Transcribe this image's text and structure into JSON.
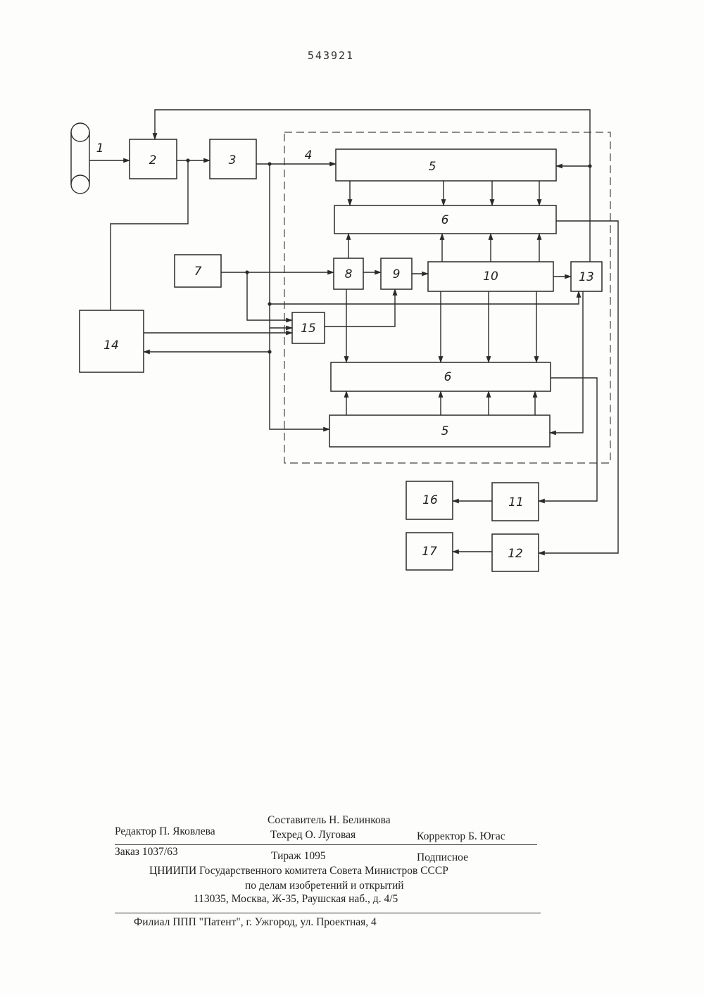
{
  "header": {
    "patent_number": "543921"
  },
  "diagram": {
    "blocks": {
      "b2": "2",
      "b3": "3",
      "b5a": "5",
      "b6a": "6",
      "b7": "7",
      "b8": "8",
      "b9": "9",
      "b10": "10",
      "b13": "13",
      "b14": "14",
      "b15": "15",
      "b6b": "6",
      "b5b": "5",
      "b16": "16",
      "b11": "11",
      "b17": "17",
      "b12": "12"
    },
    "labels": {
      "line1": "1",
      "line4": "4"
    },
    "icons": [
      "tape-reel-icon"
    ]
  },
  "colophon": {
    "compiler": "Составитель Н. Белинкова",
    "editor": "Редактор П. Яковлева",
    "techred": "Техред О. Луговая",
    "corrector": "Корректор Б. Югас",
    "order": "Заказ 1037/63",
    "circulation": "Тираж 1095",
    "subscription": "Подписное",
    "org1": "ЦНИИПИ Государственного комитета Совета Министров СССР",
    "org2": "по делам изобретений и открытий",
    "address": "113035, Москва, Ж-35, Раушская наб., д. 4/5",
    "branch": "Филиал ППП \"Патент\", г. Ужгород, ул. Проектная, 4"
  }
}
